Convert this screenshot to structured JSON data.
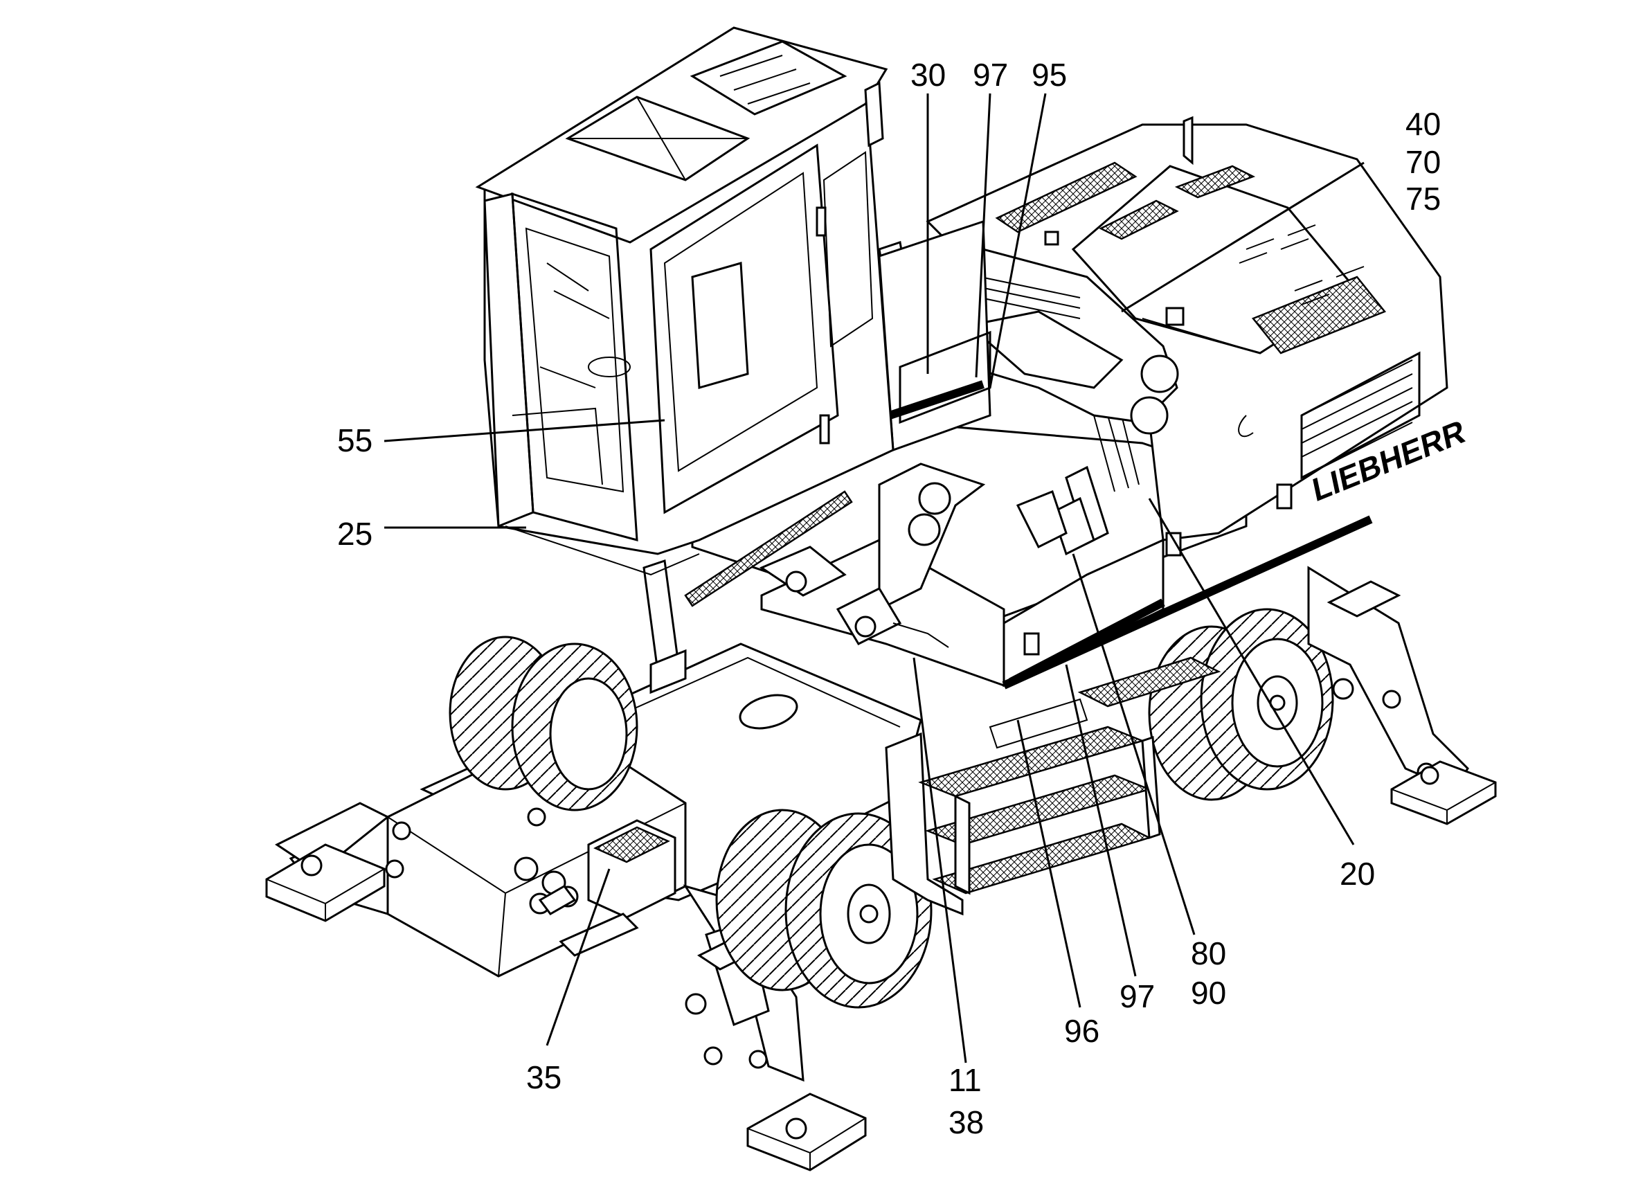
{
  "brand_text": "LIEBHERR",
  "callouts": {
    "c30": "30",
    "c97_top": "97",
    "c95": "95",
    "c40": "40",
    "c70": "70",
    "c75": "75",
    "c55": "55",
    "c25": "25",
    "c20": "20",
    "c80": "80",
    "c90": "90",
    "c97_bottom": "97",
    "c96": "96",
    "c11": "11",
    "c38": "38",
    "c35": "35"
  }
}
